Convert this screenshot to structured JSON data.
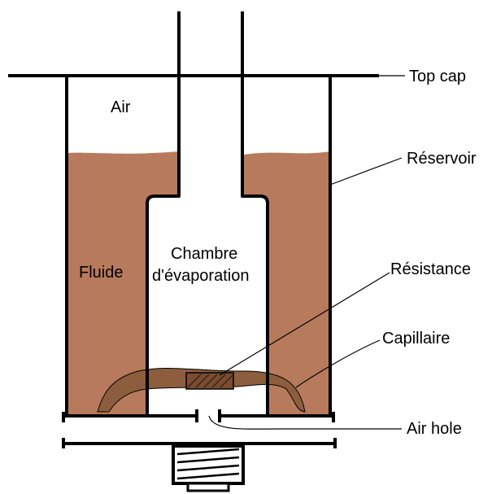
{
  "labels": {
    "air": "Air",
    "fluide": "Fluide",
    "chambre_line1": "Chambre",
    "chambre_line2": "d'évaporation",
    "top_cap": "Top cap",
    "reservoir": "Réservoir",
    "resistance": "Résistance",
    "capillaire": "Capillaire",
    "air_hole": "Air hole"
  },
  "colors": {
    "fluid": "#b87a5c",
    "wick": "#8c5e3e",
    "resistance": "#7a4c30",
    "line": "#000000",
    "background": "#ffffff"
  }
}
